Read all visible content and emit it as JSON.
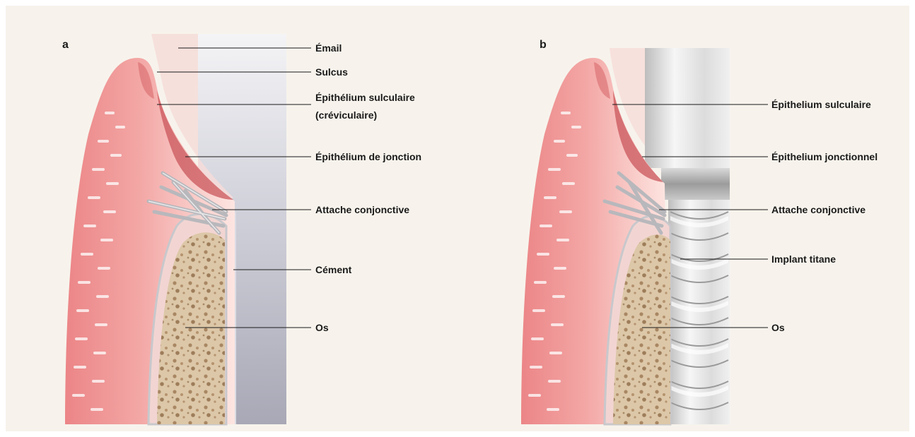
{
  "colors": {
    "background": "#f7f3ec",
    "gum": "#ee8f90",
    "gum_light": "#fbd9d6",
    "bone": "#d9c3a3",
    "bone_pores": "#a98763",
    "tooth": "#c9c9d3",
    "enamel": "#f6dcd9",
    "implant": "#e2e2e2"
  },
  "panel_a": {
    "letter": "a",
    "labels": {
      "email": "Émail",
      "sulcus": "Sulcus",
      "sulcular_epithelium_1": "Épithélium sulculaire",
      "sulcular_epithelium_2": "(créviculaire)",
      "junctional_epithelium": "Épithélium de jonction",
      "connective_attachment": "Attache conjonctive",
      "cementum": "Cément",
      "bone": "Os"
    }
  },
  "panel_b": {
    "letter": "b",
    "labels": {
      "sulcular_epithelium": "Épithelium sulculaire",
      "junctional_epithelium": "Épithelium jonctionnel",
      "connective_attachment": "Attache conjonctive",
      "titanium_implant": "Implant titane",
      "bone": "Os"
    }
  }
}
